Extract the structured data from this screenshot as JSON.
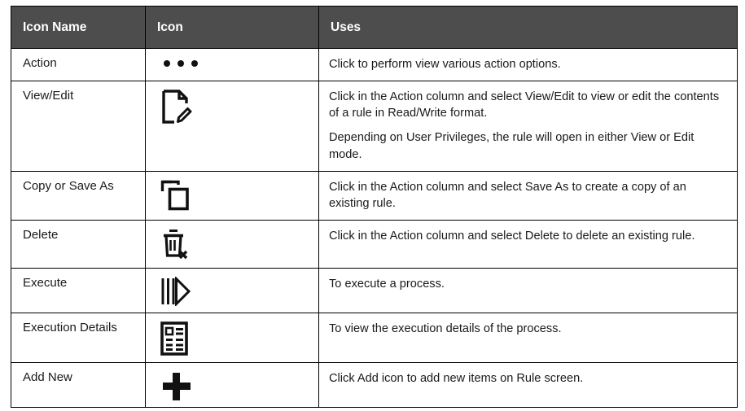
{
  "table": {
    "headers": [
      "Icon Name",
      "Icon",
      "Uses"
    ],
    "header_bg": "#4d4d4d",
    "header_text_color": "#ffffff",
    "border_color": "#000000",
    "rows": [
      {
        "name": "Action",
        "icon": "three-dots-icon",
        "uses": [
          "Click to perform view various action options."
        ]
      },
      {
        "name": "View/Edit",
        "icon": "document-pencil-icon",
        "uses": [
          "Click in the Action column and select View/Edit to view or edit the contents of a rule in Read/Write format.",
          "Depending on User Privileges, the rule will open in either View or Edit mode."
        ]
      },
      {
        "name": "Copy or Save As",
        "icon": "copy-icon",
        "uses": [
          "Click in the Action column and select Save As to create a copy of an existing rule."
        ]
      },
      {
        "name": "Delete",
        "icon": "trash-x-icon",
        "uses": [
          "Click in the Action column and select Delete to delete an existing rule."
        ]
      },
      {
        "name": "Execute",
        "icon": "execute-play-icon",
        "uses": [
          "To execute a process."
        ]
      },
      {
        "name": "Execution Details",
        "icon": "execution-details-list-icon",
        "uses": [
          "To view the execution details of the process."
        ]
      },
      {
        "name": "Add New",
        "icon": "plus-icon",
        "uses": [
          "Click Add icon to add new items on Rule screen."
        ]
      }
    ]
  }
}
